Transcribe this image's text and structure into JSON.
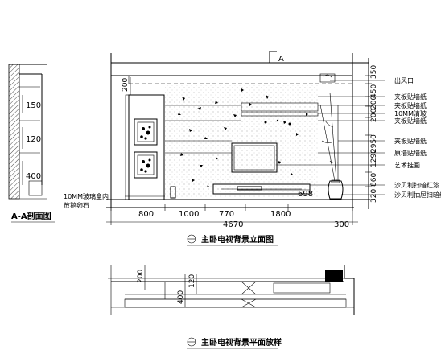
{
  "section_view": {
    "title": "A-A剖面图",
    "dims": [
      "150",
      "120",
      "400"
    ]
  },
  "elevation": {
    "title": "主卧电视背景立面图",
    "section_marker": "A",
    "top_dim": "200",
    "bottom_dims": [
      "800",
      "1000",
      "770",
      "1800",
      "300"
    ],
    "total_dim": "4670",
    "inner_dim": "698",
    "right_dims": [
      "350",
      "450",
      "200",
      "200",
      "2950",
      "1290",
      "860",
      "320"
    ],
    "labels": [
      "出风口",
      "夹板贴墙纸",
      "夹板贴墙纸",
      "10MM清玻",
      "夹板贴墙纸",
      "夹板贴墙纸",
      "原墙贴墙纸",
      "艺术挂画",
      "沙贝利扫暗红漆",
      "沙贝利抽屉扫暗红漆"
    ],
    "left_note_1": "10MM玻璃盒内",
    "left_note_2": "放鹅卵石"
  },
  "plan": {
    "title": "主卧电视背景平面放样",
    "dims": [
      "200",
      "400",
      "120"
    ]
  }
}
